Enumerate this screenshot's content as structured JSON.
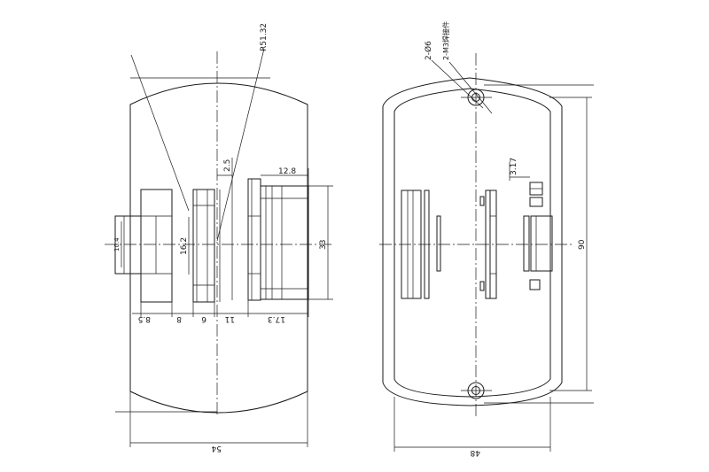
{
  "side_view": {
    "radius_label": "R51.32",
    "dim_2_5": "2.5",
    "dim_12_8": "12.8",
    "dim_16_2": "16.2",
    "dim_10_4": "10.4",
    "dim_33": "33",
    "dim_8_5": "8.5",
    "dim_8": "8",
    "dim_6": "6",
    "dim_11": "11",
    "dim_17_3": "17.3",
    "dim_54": "54"
  },
  "front_view": {
    "hole_label": "2-Ø6",
    "thread_label": "2-M3焊接件",
    "dim_3_17": "3.17",
    "dim_90": "90",
    "dim_48": "48"
  }
}
